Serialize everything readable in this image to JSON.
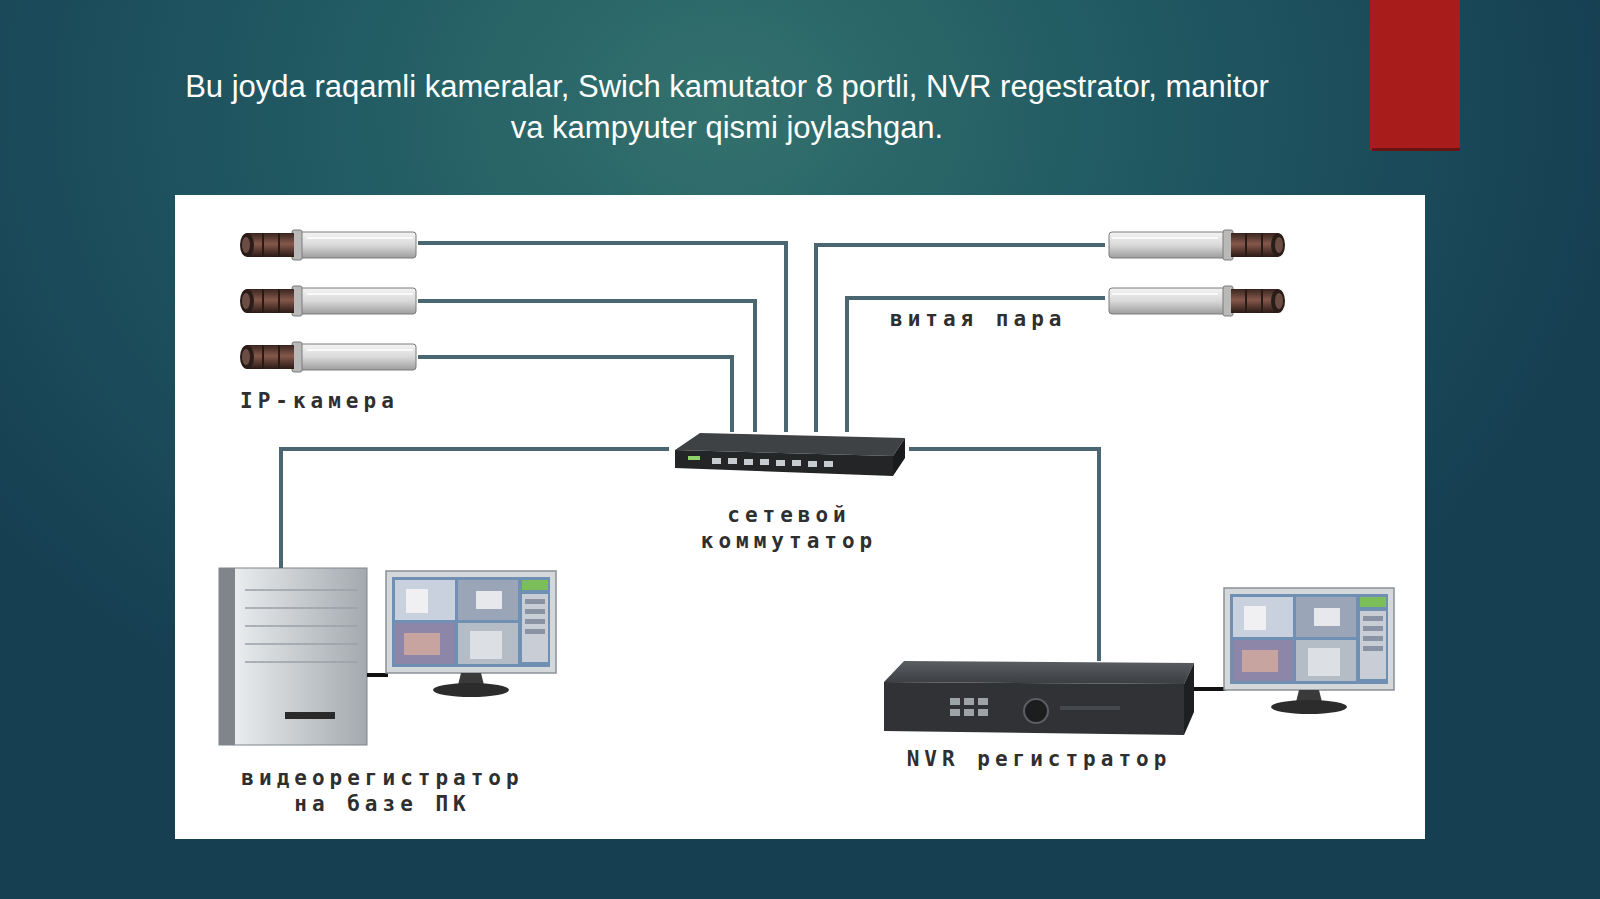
{
  "diagram": {
    "title": "Bu joyda raqamli kameralar, Swich kamutator 8 portli, NVR regestrator, manitor va kampyuter qismi joylashgan.",
    "nodes": [
      {
        "text": [
          "сетевой коммутатор"
        ]
      },
      {
        "text": [
          "видеорегистратор на базе ПК"
        ]
      },
      {
        "text": [
          "NVR регистратор"
        ]
      }
    ],
    "edges": [
      {
        "from": 0,
        "to": 1,
        "arrow": "none"
      },
      {
        "from": 0,
        "to": 2,
        "arrow": "none"
      }
    ],
    "labels": [
      "IP-камера",
      "витая пара"
    ]
  }
}
